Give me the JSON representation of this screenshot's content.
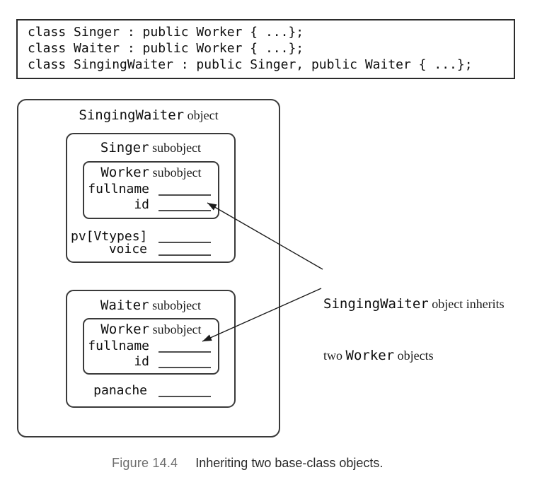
{
  "code_box": {
    "lines": [
      "class Singer : public Worker { ...};",
      "class Waiter : public Worker { ...};",
      "class SingingWaiter : public Singer, public Waiter { ...};"
    ]
  },
  "diagram": {
    "outer_label": {
      "mono": "SingingWaiter",
      "serif": " object"
    },
    "singer": {
      "label": {
        "mono": "Singer",
        "serif": " subobject"
      },
      "worker": {
        "label": {
          "mono": "Worker",
          "serif": " subobject"
        },
        "fields": [
          "fullname",
          "id"
        ]
      },
      "fields": [
        "pv[Vtypes]",
        "voice"
      ]
    },
    "waiter": {
      "label": {
        "mono": "Waiter",
        "serif": " subobject"
      },
      "worker": {
        "label": {
          "mono": "Worker",
          "serif": " subobject"
        },
        "fields": [
          "fullname",
          "id"
        ]
      },
      "fields": [
        "panache"
      ]
    }
  },
  "annotation": {
    "line1_mono": "SingingWaiter",
    "line1_serif": " object inherits",
    "line2_serif_pre": "two ",
    "line2_mono": "Worker",
    "line2_serif_post": " objects"
  },
  "caption": {
    "figure_label": "Figure 14.4",
    "text": "Inheriting two base-class objects."
  },
  "colors": {
    "box_border": "#3a3a3a",
    "code_border": "#2b2b2b",
    "text": "#0e0e0e",
    "field_line": "#4d4d4d",
    "arrow": "#1c1c1c",
    "caption_label": "#6e6e6e",
    "caption_text": "#2a2a2a",
    "background": "#ffffff"
  }
}
